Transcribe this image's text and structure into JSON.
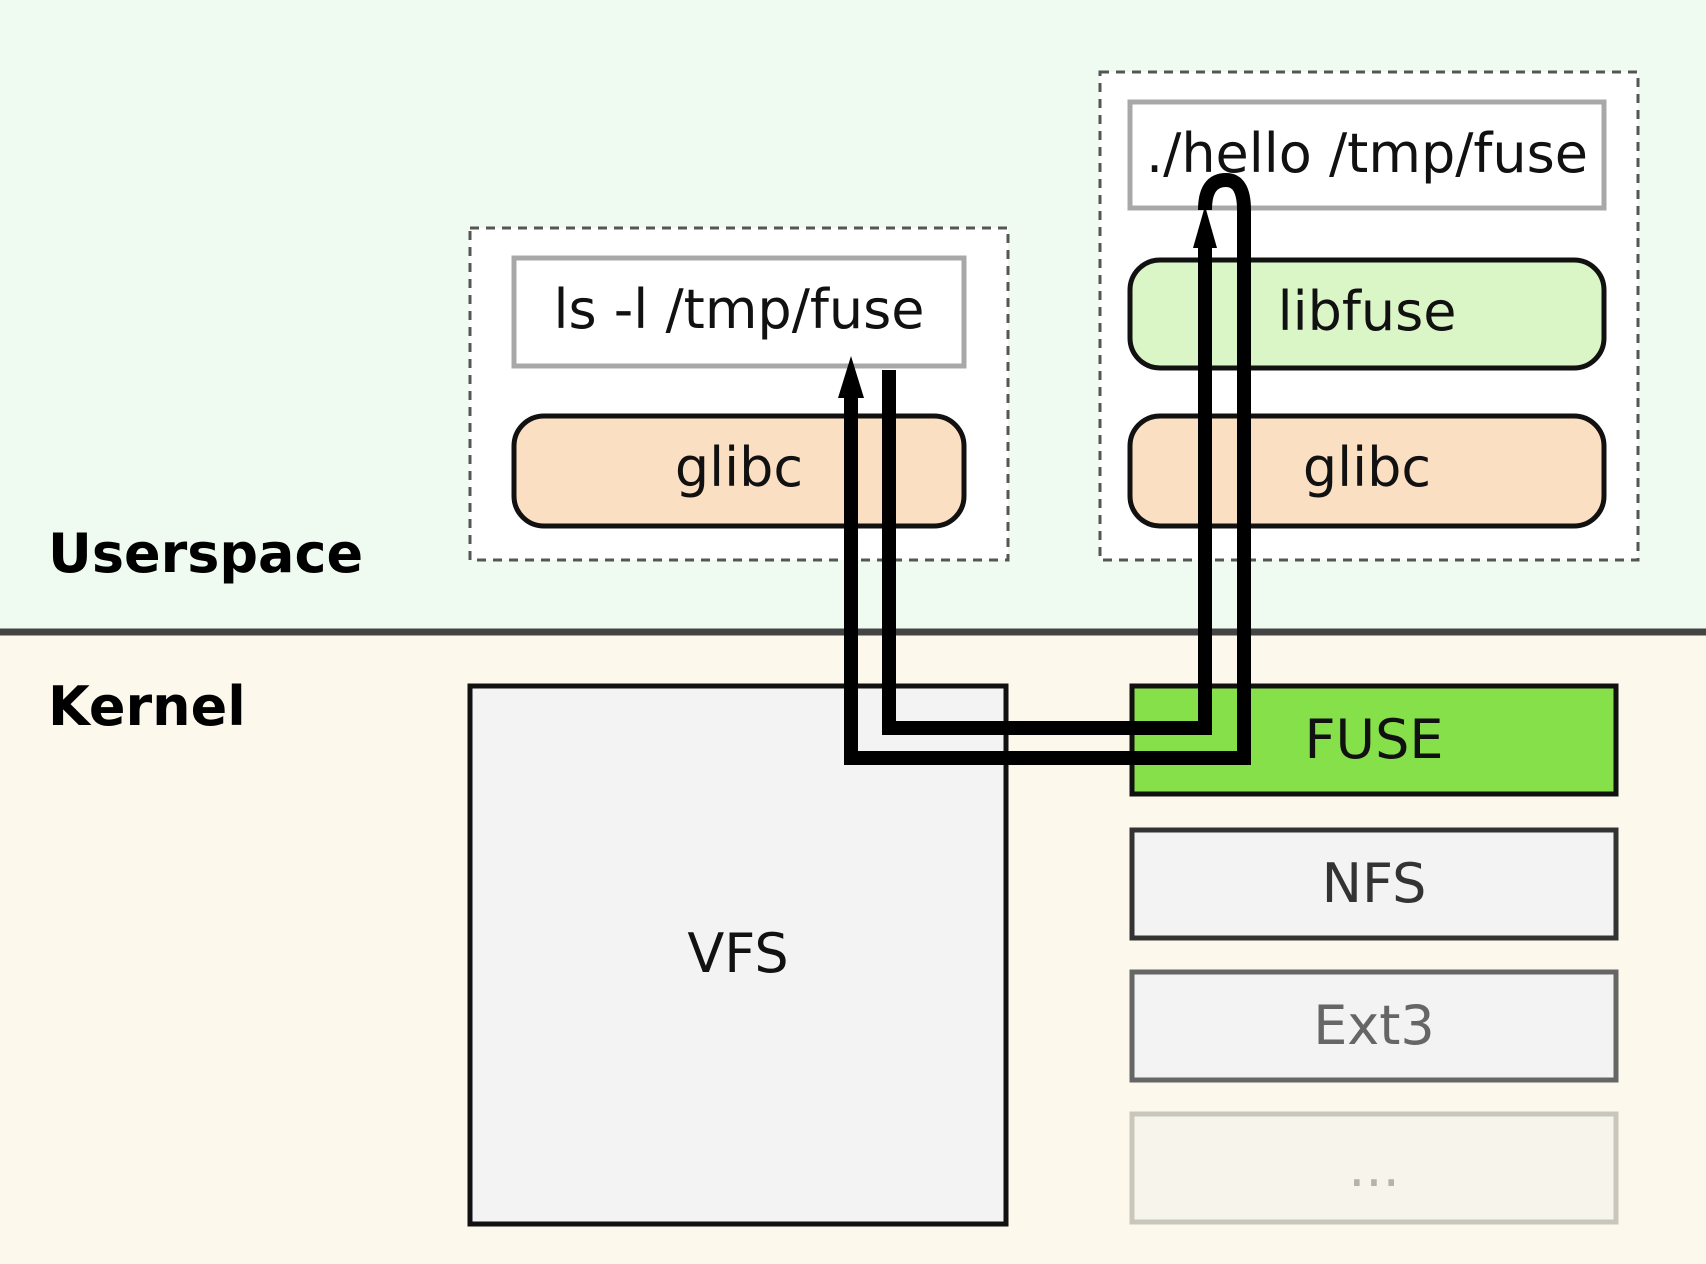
{
  "regions": {
    "userspace": "Userspace",
    "kernel": "Kernel"
  },
  "processes": {
    "ls": {
      "command": "ls -l /tmp/fuse",
      "library": "glibc"
    },
    "hello": {
      "command": "./hello /tmp/fuse",
      "library_top": "libfuse",
      "library_bottom": "glibc"
    }
  },
  "kernel": {
    "vfs": "VFS",
    "filesystems": [
      {
        "label": "FUSE",
        "fill": "#86e04a",
        "text_color": "#111111"
      },
      {
        "label": "NFS",
        "fill": "#f3f3f3",
        "text_color": "#333333"
      },
      {
        "label": "Ext3",
        "fill": "#f3f3f3",
        "text_color": "#666666"
      },
      {
        "label": "...",
        "fill": "#f7f4ec",
        "text_color": "#b5b3aa"
      }
    ]
  },
  "colors": {
    "userspace_bg": "#effbf1",
    "kernel_bg": "#fcf8ec",
    "divider": "#444444",
    "glibc": "#fbdfc2",
    "libfuse": "#daf5c6",
    "fuse": "#86e04a",
    "vfs": "#f3f3f3"
  }
}
